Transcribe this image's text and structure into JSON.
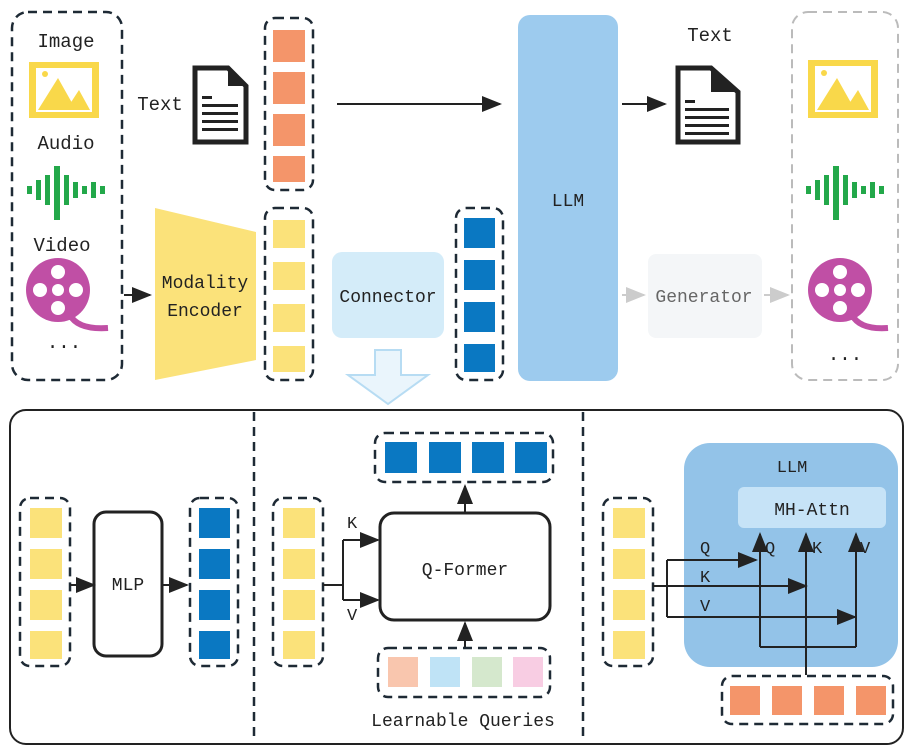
{
  "top": {
    "inputs": {
      "image": "Image",
      "audio": "Audio",
      "video": "Video",
      "more": "..."
    },
    "text_input_label": "Text",
    "modality_encoder": [
      "Modality",
      "Encoder"
    ],
    "connector": "Connector",
    "llm": "LLM",
    "text_output_label": "Text",
    "generator": "Generator",
    "outputs_more": "..."
  },
  "bottom": {
    "mlp": "MLP",
    "qformer": "Q-Former",
    "k_label": "K",
    "v_label": "V",
    "learnable_queries": "Learnable Queries",
    "llm": "LLM",
    "mh_attn": "MH-Attn",
    "q": "Q",
    "k": "K",
    "v": "V"
  },
  "colors": {
    "text_token": "#f4956a",
    "modality_token": "#fbe27a",
    "connector_token": "#0a78c2",
    "llm": "#9dcbee",
    "connector_box": "#d4ecf9",
    "image_icon": "#f9d84a",
    "audio_icon": "#23a84a",
    "video_icon": "#c04fa5",
    "queries": [
      "#f9c6ae",
      "#bfe3f6",
      "#d5e8cd",
      "#f8cde3"
    ]
  }
}
